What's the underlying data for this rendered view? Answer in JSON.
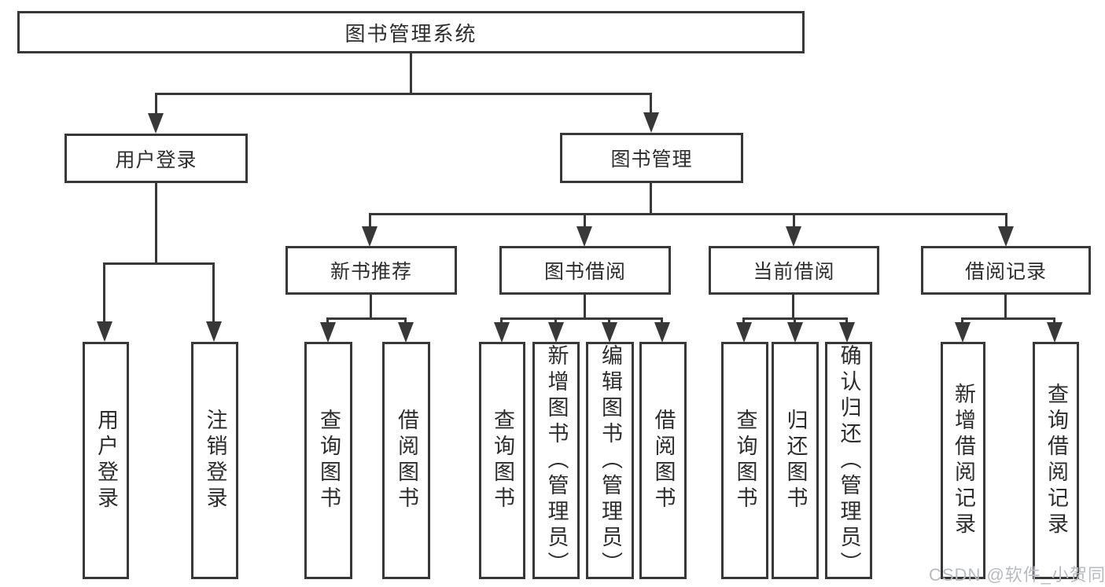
{
  "colors": {
    "line": "#383838",
    "text": "#2d2d2d",
    "watermark": "#b7bbc0",
    "background": "#ffffff"
  },
  "watermark": {
    "text": "CSDN @软件_小贺同学"
  },
  "tree": {
    "label": "图书管理系统",
    "children": [
      {
        "label": "用户登录",
        "children": [
          {
            "label": "用户登录"
          },
          {
            "label": "注销登录"
          }
        ]
      },
      {
        "label": "图书管理",
        "children": [
          {
            "label": "新书推荐",
            "children": [
              {
                "label": "查询图书"
              },
              {
                "label": "借阅图书"
              }
            ]
          },
          {
            "label": "图书借阅",
            "children": [
              {
                "label": "查询图书"
              },
              {
                "label": "新增图书（管理员）"
              },
              {
                "label": "编辑图书（管理员）"
              },
              {
                "label": "借阅图书"
              }
            ]
          },
          {
            "label": "当前借阅",
            "children": [
              {
                "label": "查询图书"
              },
              {
                "label": "归还图书"
              },
              {
                "label": "确认归还（管理员）"
              }
            ]
          },
          {
            "label": "借阅记录",
            "children": [
              {
                "label": "新增借阅记录"
              },
              {
                "label": "查询借阅记录"
              }
            ]
          }
        ]
      }
    ]
  }
}
